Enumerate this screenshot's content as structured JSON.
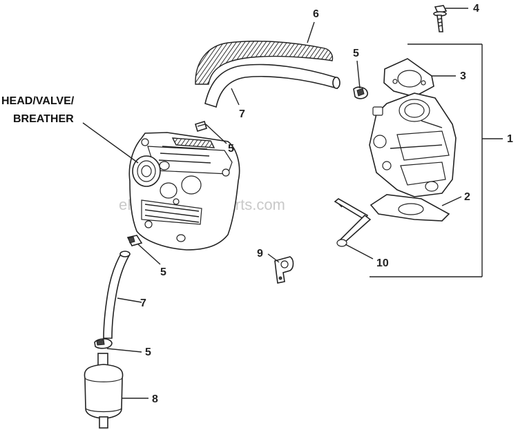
{
  "diagram": {
    "watermark": "eReplacementParts.com",
    "head_label_lines": [
      "HEAD/VALVE/",
      "BREATHER"
    ],
    "callouts": {
      "c1": "1",
      "c2": "2",
      "c3": "3",
      "c4": "4",
      "c5a": "5",
      "c5b": "5",
      "c5c": "5",
      "c5d": "5",
      "c6": "6",
      "c7a": "7",
      "c7b": "7",
      "c8": "8",
      "c9": "9",
      "c10": "10"
    }
  }
}
